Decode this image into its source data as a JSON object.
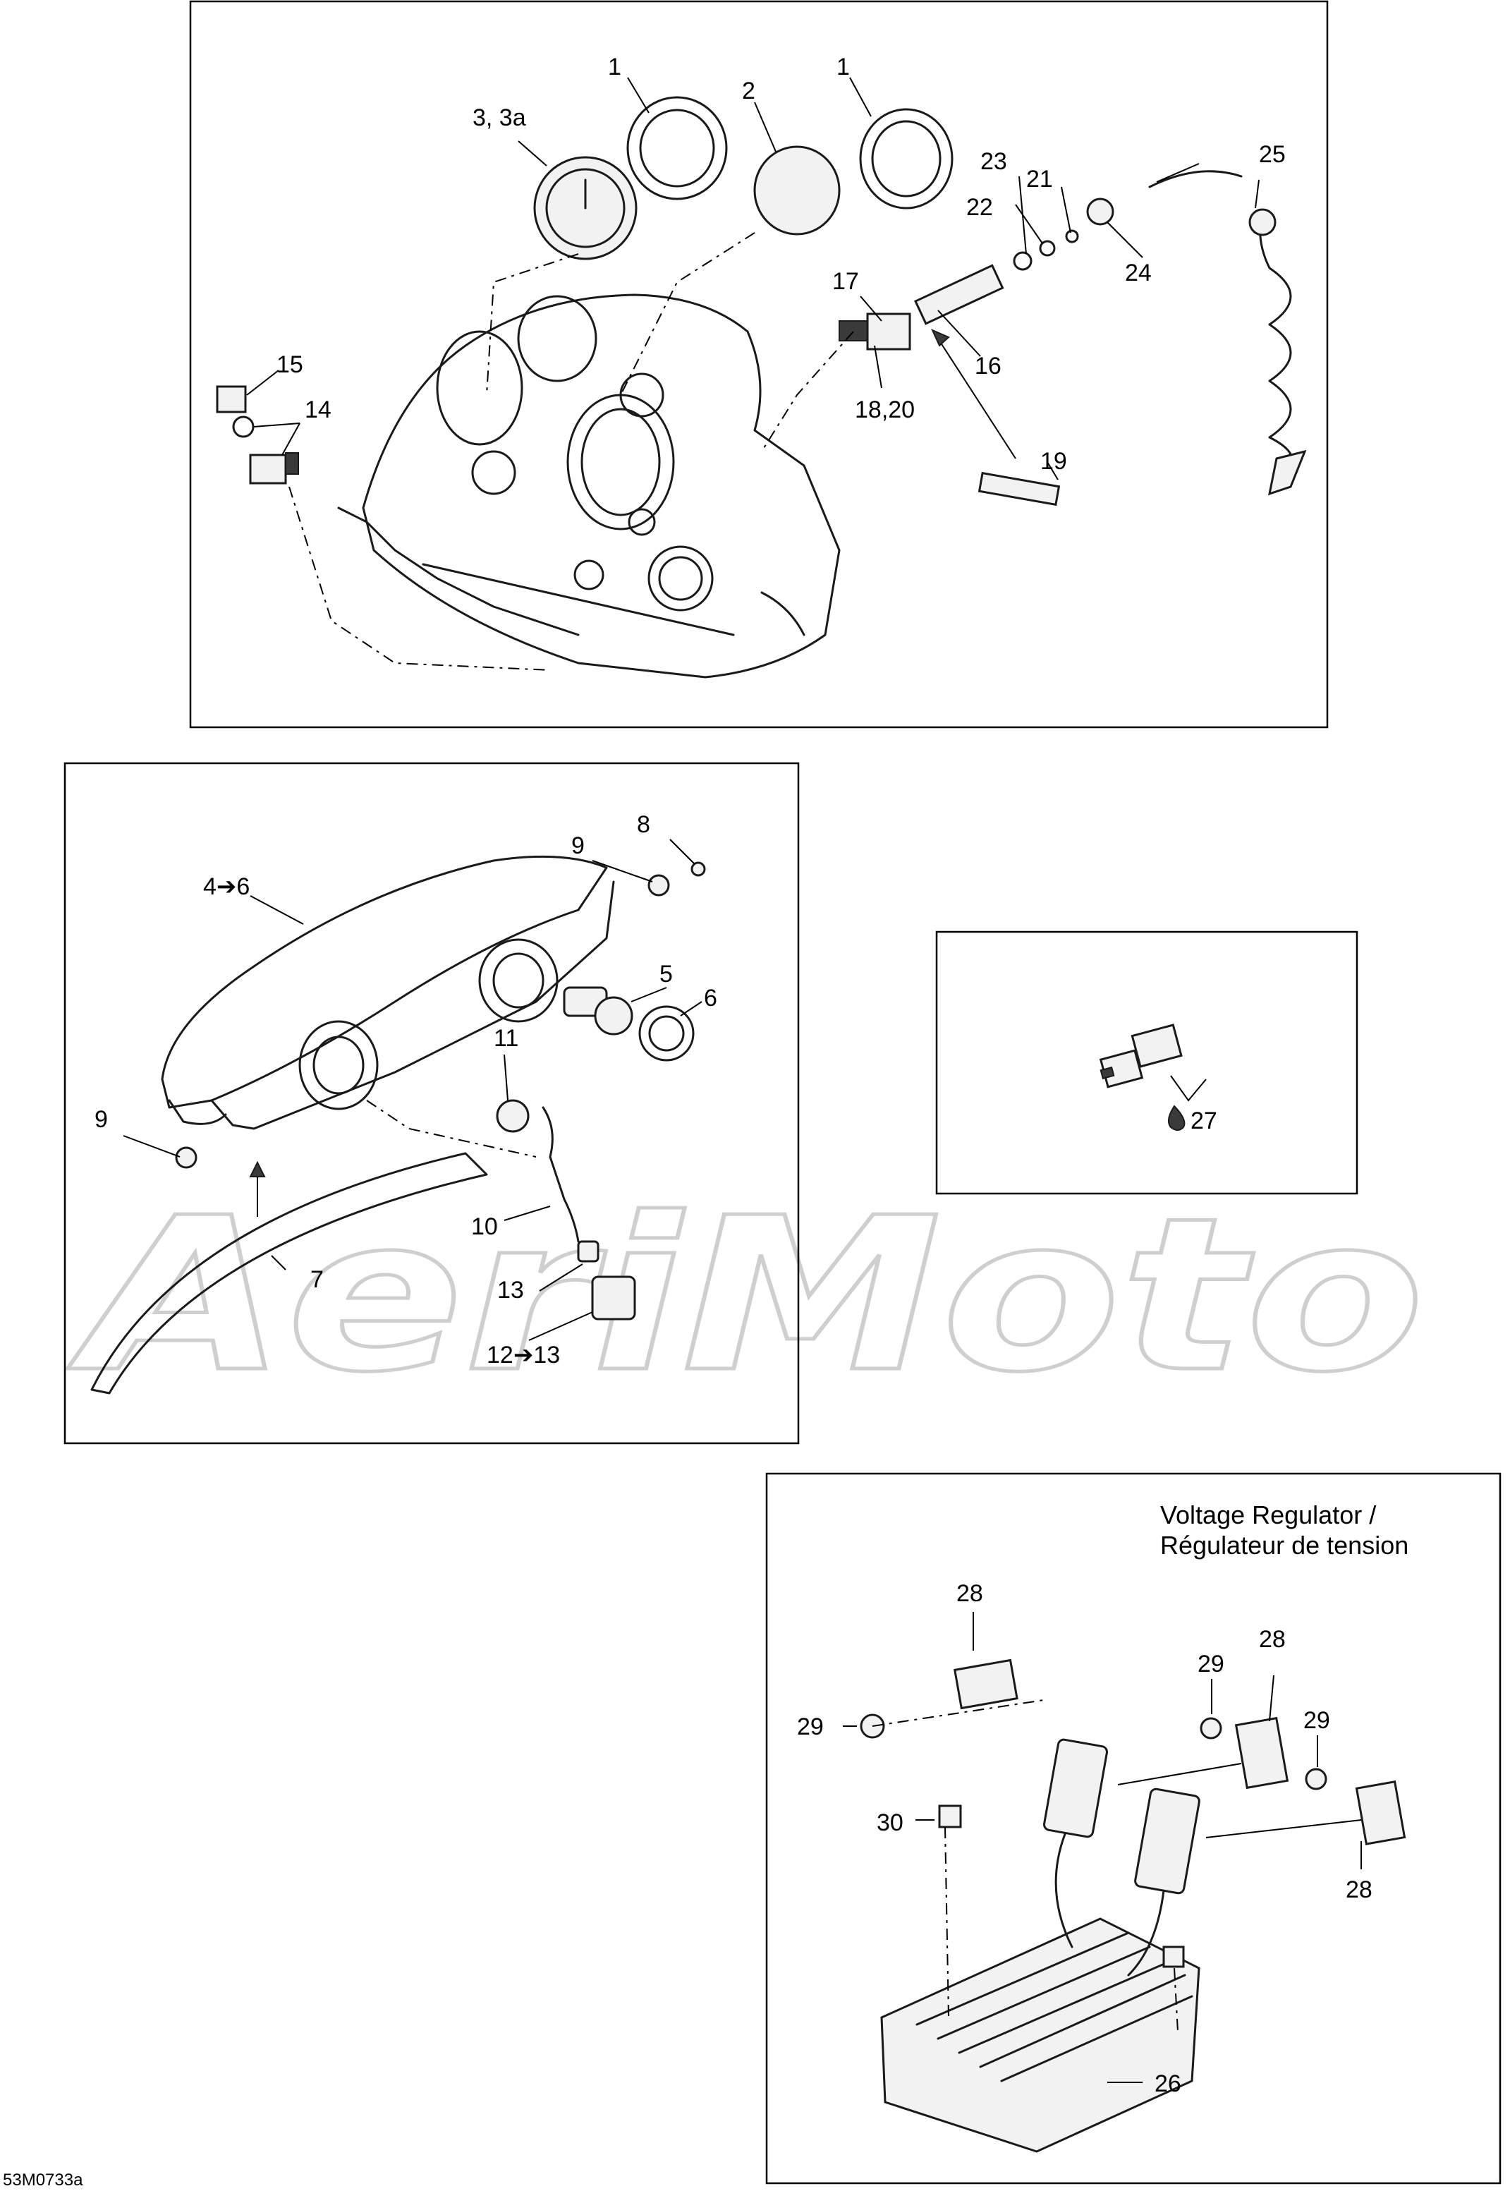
{
  "diagram": {
    "watermark": "AeriMoto",
    "reference_code": "53M0733a",
    "voltage_regulator_title_en": "Voltage Regulator /",
    "voltage_regulator_title_fr": "Régulateur de tension"
  },
  "callouts": {
    "p1_1a": "1",
    "p1_1b": "1",
    "p1_2": "2",
    "p1_3": "3, 3a",
    "p1_14": "14",
    "p1_15": "15",
    "p1_16": "16",
    "p1_17": "17",
    "p1_18": "18,20",
    "p1_19": "19",
    "p1_21": "21",
    "p1_22": "22",
    "p1_23": "23",
    "p1_24": "24",
    "p1_25": "25",
    "p2_4": "4➔6",
    "p2_5": "5",
    "p2_6": "6",
    "p2_7": "7",
    "p2_8": "8",
    "p2_9a": "9",
    "p2_9b": "9",
    "p2_10": "10",
    "p2_11": "11",
    "p2_12": "12➔13",
    "p2_13": "13",
    "p3_27": "27",
    "p4_26": "26",
    "p4_28a": "28",
    "p4_28b": "28",
    "p4_28c": "28",
    "p4_29a": "29",
    "p4_29b": "29",
    "p4_29c": "29",
    "p4_30": "30"
  }
}
